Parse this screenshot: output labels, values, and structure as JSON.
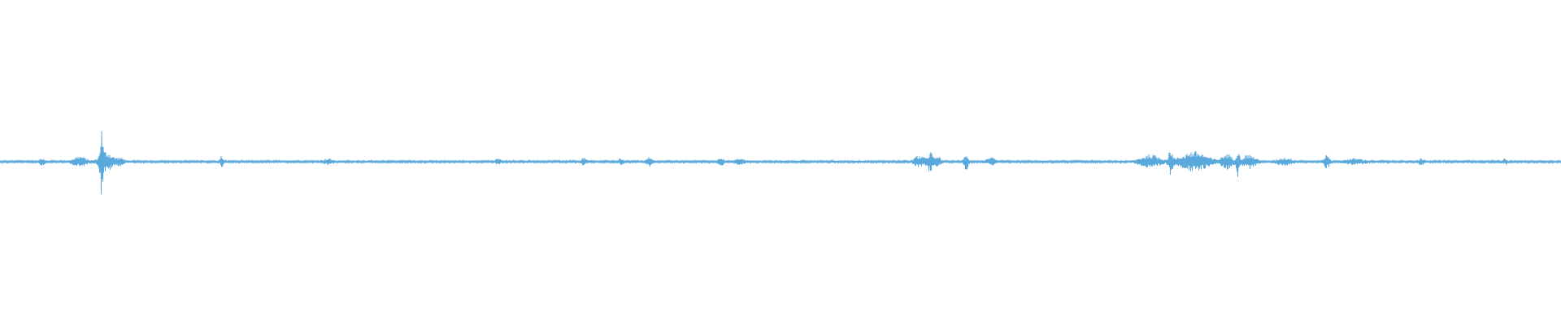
{
  "colors": {
    "background": "#ffffff",
    "waveform": "#5aa9dc"
  },
  "waveform": {
    "baseline_amplitude": 0.006,
    "bursts": [
      {
        "position": 0.027,
        "width": 0.004,
        "amplitude": 0.02
      },
      {
        "position": 0.051,
        "width": 0.01,
        "amplitude": 0.03
      },
      {
        "position": 0.065,
        "width": 0.002,
        "amplitude": 0.17
      },
      {
        "position": 0.068,
        "width": 0.01,
        "amplitude": 0.06
      },
      {
        "position": 0.077,
        "width": 0.006,
        "amplitude": 0.02
      },
      {
        "position": 0.142,
        "width": 0.002,
        "amplitude": 0.035
      },
      {
        "position": 0.21,
        "width": 0.008,
        "amplitude": 0.015
      },
      {
        "position": 0.319,
        "width": 0.004,
        "amplitude": 0.015
      },
      {
        "position": 0.374,
        "width": 0.004,
        "amplitude": 0.02
      },
      {
        "position": 0.398,
        "width": 0.005,
        "amplitude": 0.015
      },
      {
        "position": 0.416,
        "width": 0.004,
        "amplitude": 0.025
      },
      {
        "position": 0.462,
        "width": 0.004,
        "amplitude": 0.03
      },
      {
        "position": 0.474,
        "width": 0.008,
        "amplitude": 0.015
      },
      {
        "position": 0.589,
        "width": 0.008,
        "amplitude": 0.035
      },
      {
        "position": 0.596,
        "width": 0.004,
        "amplitude": 0.06
      },
      {
        "position": 0.601,
        "width": 0.004,
        "amplitude": 0.03
      },
      {
        "position": 0.619,
        "width": 0.003,
        "amplitude": 0.05
      },
      {
        "position": 0.635,
        "width": 0.006,
        "amplitude": 0.02
      },
      {
        "position": 0.737,
        "width": 0.015,
        "amplitude": 0.04
      },
      {
        "position": 0.75,
        "width": 0.003,
        "amplitude": 0.07
      },
      {
        "position": 0.765,
        "width": 0.02,
        "amplitude": 0.06
      },
      {
        "position": 0.786,
        "width": 0.008,
        "amplitude": 0.045
      },
      {
        "position": 0.793,
        "width": 0.002,
        "amplitude": 0.09
      },
      {
        "position": 0.8,
        "width": 0.01,
        "amplitude": 0.04
      },
      {
        "position": 0.823,
        "width": 0.012,
        "amplitude": 0.02
      },
      {
        "position": 0.85,
        "width": 0.004,
        "amplitude": 0.04
      },
      {
        "position": 0.868,
        "width": 0.016,
        "amplitude": 0.015
      },
      {
        "position": 0.911,
        "width": 0.004,
        "amplitude": 0.02
      },
      {
        "position": 0.964,
        "width": 0.004,
        "amplitude": 0.015
      }
    ]
  }
}
